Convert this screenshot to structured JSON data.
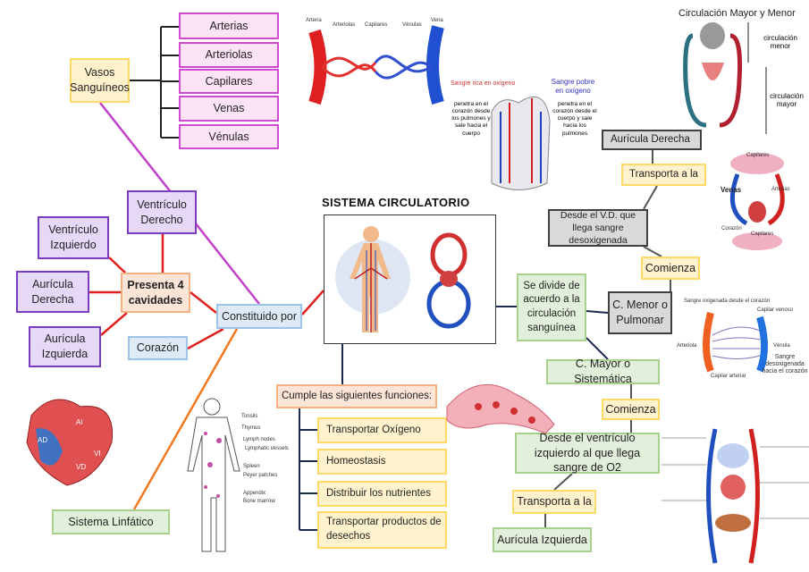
{
  "title": "SISTEMA CIRCULATORIO",
  "nodes": {
    "vasos": "Vasos Sanguíneos",
    "vessels": [
      "Arterias",
      "Arteriolas",
      "Capilares",
      "Venas",
      "Vénulas"
    ],
    "ventriculo_derecho": "Ventrículo Derecho",
    "ventriculo_izquierdo": "Ventrículo Izquierdo",
    "presenta": "Presenta 4 cavidades",
    "auricula_derecha": "Aurícula Derecha",
    "auricula_izquierda": "Aurícula Izquierda",
    "corazon": "Corazón",
    "constituido": "Constituido por",
    "sistema_linfatico": "Sistema Linfático",
    "cumple": "Cumple las siguientes funciones:",
    "funciones": [
      "Transportar Oxígeno",
      "Homeostasis",
      "Distribuir los nutrientes",
      "Transportar productos de desechos"
    ],
    "se_divide": "Se divide de acuerdo a la circulación sanguínea",
    "c_menor": "C. Menor o Pulmonar",
    "comienza_1": "Comienza",
    "desde_vd": "Desde el V.D. que llega sangre desoxigenada",
    "transporta_1": "Transporta a la",
    "auricula_derecha_2": "Aurícula Derecha",
    "c_mayor": "C. Mayor o Sistemática",
    "comienza_2": "Comienza",
    "desde_vi": "Desde el ventrículo izquierdo al que llega sangre de O2",
    "transporta_2": "Transporta a la",
    "auricula_izquierda_2": "Aurícula Izquierda"
  },
  "images": {
    "vessels_labels": [
      "Arteria",
      "Arteriolas",
      "Capilares",
      "Vénulas",
      "Vena"
    ],
    "heart_rica": "Sangre rica en oxígeno",
    "heart_rica_text": "penetra en el corazón desde los pulmones y sale hacia el cuerpo",
    "heart_pobre": "Sangre pobre en oxígeno",
    "heart_pobre_text": "penetra en el corazón desde el cuerpo y sale hacia los pulmones",
    "circ_title": "Circulación Mayor y Menor",
    "circ_menor": "circulación menor",
    "circ_mayor": "circulación mayor",
    "capilares_labels": [
      "Capilares",
      "Arterias",
      "Venas",
      "Corazón",
      "Capilares"
    ],
    "arteriola_labels": [
      "Sangre oxigenada desde el corazón",
      "Capilar venoso",
      "Arteriola",
      "Vénula",
      "Capilar arterial",
      "Sangre desoxigenada hacia el corazón"
    ],
    "heart_labels": [
      "AI",
      "AD",
      "VI",
      "VD"
    ],
    "lymph_labels": [
      "Tonsils",
      "Thymus",
      "Lymph nodes",
      "Lymphatic vessels",
      "Spleen",
      "Peyer patches",
      "Appendix",
      "Bone marrow"
    ]
  },
  "colors": {
    "artery": "#e02020",
    "vein": "#2050d0"
  }
}
